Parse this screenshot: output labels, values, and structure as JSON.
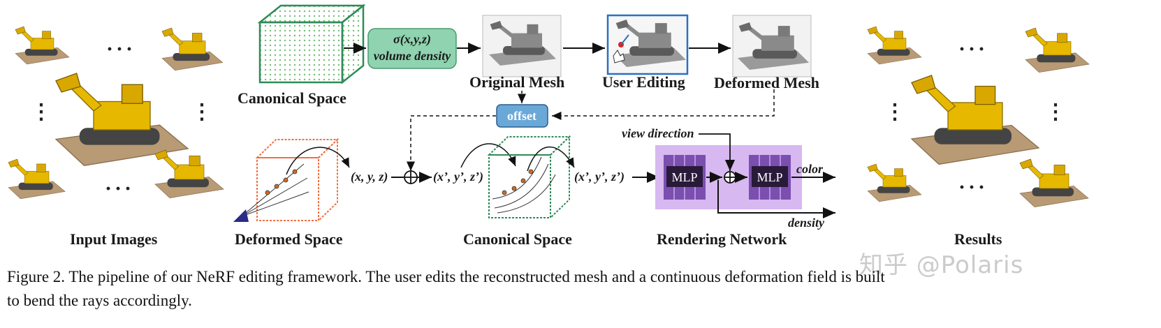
{
  "labels": {
    "input_images": "Input Images",
    "canonical_space_top": "Canonical Space",
    "volume_density_line1": "σ(x,y,z)",
    "volume_density_line2": "volume density",
    "original_mesh": "Original Mesh",
    "user_editing": "User Editing",
    "deformed_mesh": "Deformed Mesh",
    "offset": "offset",
    "deformed_space": "Deformed Space",
    "xyz": "(x, y, z)",
    "xyz_prime_1": "(x’, y’, z’)",
    "xyz_prime_2": "(x’, y’, z’)",
    "canonical_space_bottom": "Canonical Space",
    "view_direction": "view direction",
    "mlp_1": "MLP",
    "mlp_2": "MLP",
    "color": "color",
    "density": "density",
    "rendering_network": "Rendering Network",
    "results": "Results",
    "ellipsis": "···",
    "vellipsis": "⋮"
  },
  "caption": {
    "line1": "Figure 2. The pipeline of our NeRF editing framework. The user edits the reconstructed mesh and a continuous deformation field is built",
    "line2": "to bend the rays accordingly."
  },
  "watermark": "知乎 @Polaris",
  "colors": {
    "canonical_cube": "#2e8b57",
    "deformed_cube": "#f07040",
    "density_box": "#8fd3b0",
    "offset_box": "#6aa8d8",
    "mlp_outer": "#d7b8f0",
    "mlp_inner": "#7a4fb0",
    "mlp_label_bg": "#2a1a3a",
    "user_edit_border": "#2a70c0",
    "excavator_yellow": "#e6b800"
  }
}
